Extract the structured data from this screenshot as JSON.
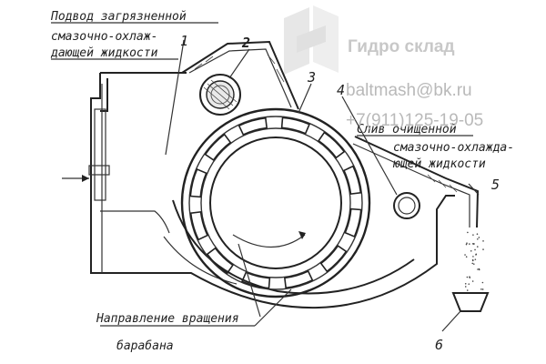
{
  "labels": {
    "supply_line1": "Подвод загрязненной",
    "supply_line2": "смазочно-охлаж-",
    "supply_line3": "дающей жидкости",
    "drain_line1": "Слив очищенной",
    "drain_line2": "смазочно-охлажда-",
    "drain_line3": "ющей жидкости",
    "rotation_line1": "Направление вращения",
    "rotation_line2": "барабана"
  },
  "callouts": [
    "1",
    "2",
    "3",
    "4",
    "5",
    "6"
  ],
  "watermark": {
    "brand": "Гидро склад",
    "email": "baltmash@bk.ru",
    "phone": "+7(911)125-19-05",
    "color": "#c8c8c8"
  },
  "icons": {
    "watermark_logo": "hydro-sklad-logo-icon"
  }
}
